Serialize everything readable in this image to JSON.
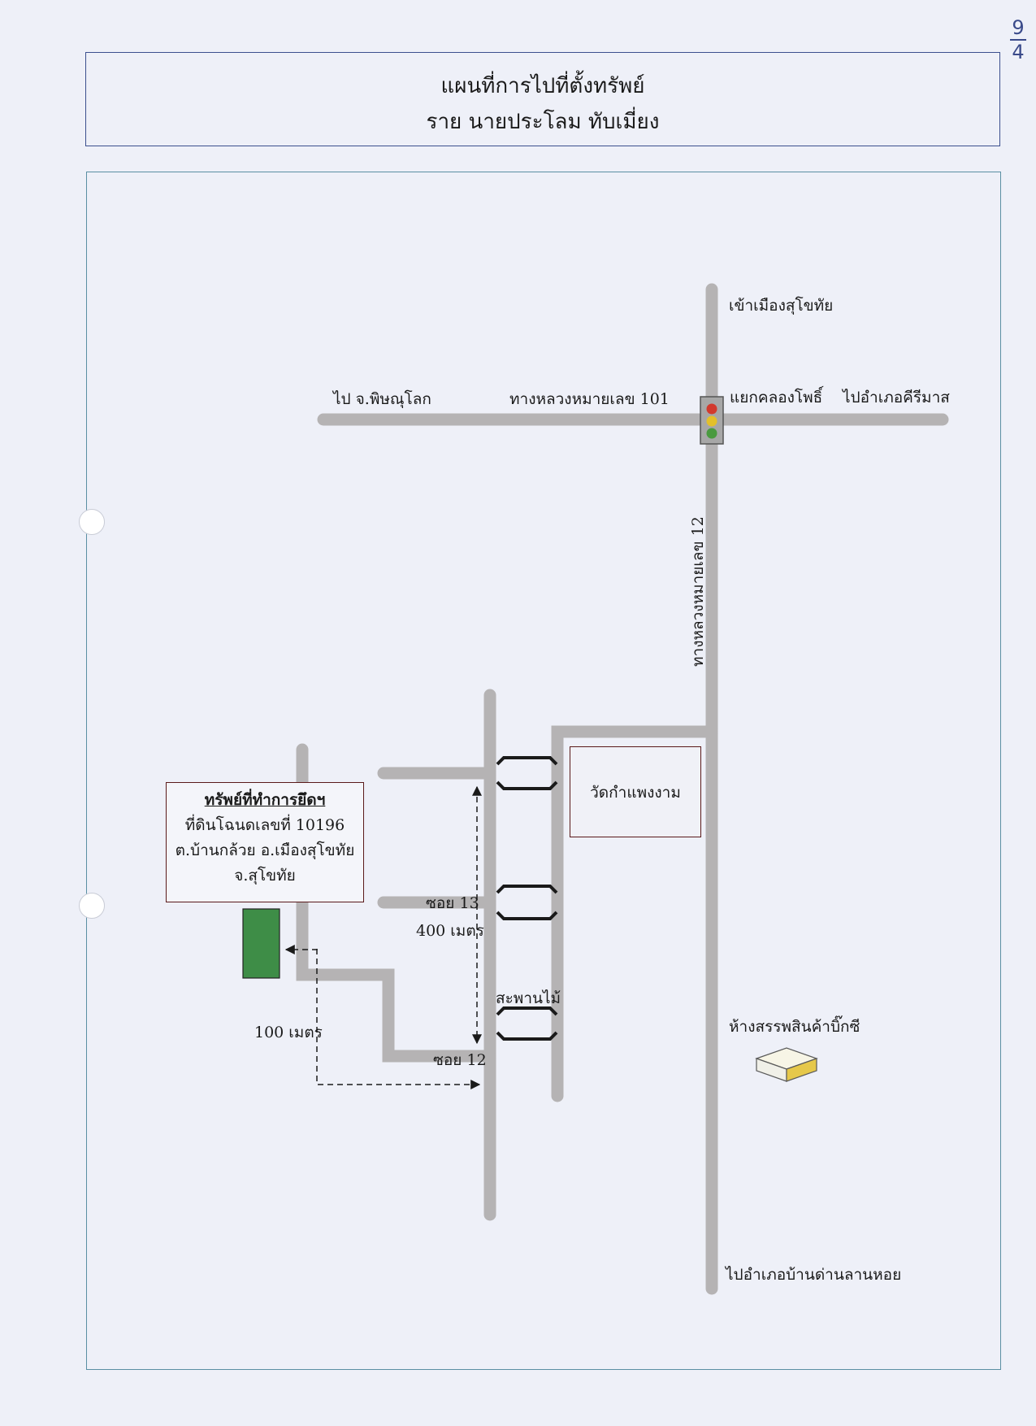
{
  "page_note": {
    "numerator": "9",
    "denominator": "4"
  },
  "header": {
    "title": "แผนที่การไปที่ตั้งทรัพย์",
    "subtitle": "ราย นายประโลม  ทับเมี่ยง"
  },
  "labels": {
    "to_sukhothai_city": "เข้าเมืองสุโขทัย",
    "to_phitsanulok": "ไป จ.พิษณุโลก",
    "highway_101": "ทางหลวงหมายเลข 101",
    "khlong_pho_junction": "แยกคลองโพธิ์",
    "to_khiri_mat": "ไปอำเภอคีรีมาส",
    "highway_12": "ทางหลวงหมายเลข 12",
    "wat_kamphaeng_ngam": "วัดกำแพงงาม",
    "soi_13": "ซอย 13",
    "distance_400": "400 เมตร",
    "wooden_bridge": "สะพานไม้",
    "distance_100": "100 เมตร",
    "soi_12": "ซอย 12",
    "big_c": "ห้างสรรพสินค้าบิ๊กซี",
    "to_ban_dan_lan_hoi": "ไปอำเภอบ้านด่านลานหอย"
  },
  "property": {
    "heading": "ทรัพย์ที่ทำการยึดฯ",
    "deed": "ที่ดินโฉนดเลขที่ 10196",
    "location": "ต.บ้านกล้วย  อ.เมืองสุโขทัย",
    "province": "จ.สุโขทัย"
  },
  "colors": {
    "road": "#b5b3b4",
    "frame": "#3b4f8e",
    "property_plot": "#3e8d47",
    "big_c_top": "#f7f5e6",
    "big_c_side": "#e6c84a"
  },
  "icons": [
    "traffic-light-icon",
    "bridge-icon",
    "building-icon",
    "property-plot-icon"
  ]
}
